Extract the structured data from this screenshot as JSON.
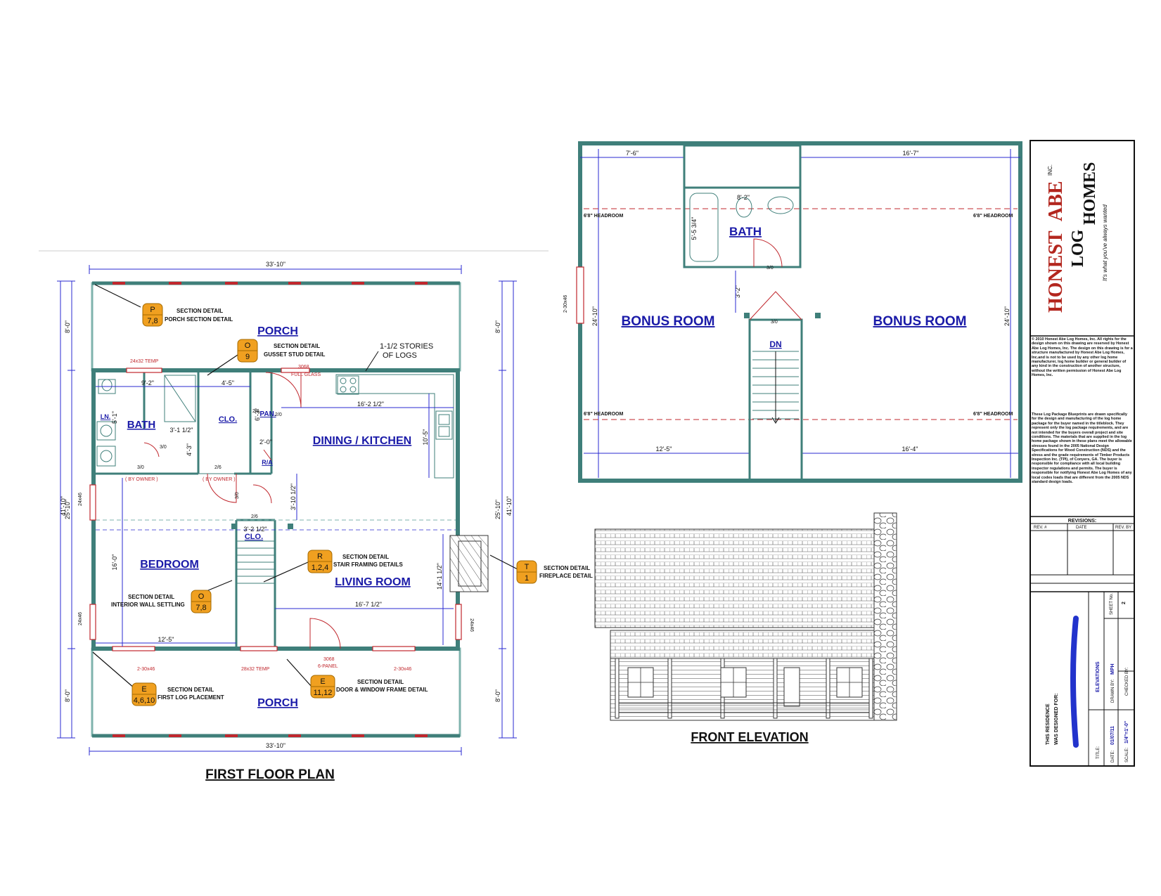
{
  "first_floor": {
    "title": "FIRST FLOOR PLAN",
    "rooms": {
      "porch_top": "PORCH",
      "porch_bottom": "PORCH",
      "bath": "BATH",
      "clo1": "CLO.",
      "clo2": "CLO.",
      "pan": "PAN.",
      "dining": "DINING / KITCHEN",
      "bedroom": "BEDROOM",
      "living": "LIVING ROOM",
      "ln": "LN.",
      "ra": "R/A"
    },
    "dims": {
      "top": "33'-10\"",
      "bottom": "33'-10\"",
      "left_total": "41'-10\"",
      "right_total": "41'-10\"",
      "left_top": "8'-0\"",
      "left_mid": "25'-10\"",
      "left_bot": "8'-0\"",
      "right_top": "8'-0\"",
      "right_mid": "25'-10\"",
      "right_bot": "8'-0\"",
      "bath_w": "9'-2\"",
      "clo_w": "4'-5\"",
      "kitchen_w": "16'-2 1/2\"",
      "kitchen_h": "10'-5\"",
      "shower": "3'-1 1/2\"",
      "shower_h": "4'-3\"",
      "ln_h": "5'-1\"",
      "clo_h": "6'-3\"",
      "ra_w": "2'-0\"",
      "stair_off": "3'-10 1/2\"",
      "clo2_w": "3'-2 1/2\"",
      "bed_h": "16'-0\"",
      "bed_w": "12'-5\"",
      "living_w": "16'-7 1/2\"",
      "living_h": "14'-1 1/2\""
    },
    "labels": {
      "stories": "1-1/2 STORIES",
      "of_logs": "OF LOGS",
      "temp_window": "24x32 TEMP",
      "full_glass_code": "3068",
      "full_glass": "FULL GLASS",
      "by_owner1": "( BY OWNER )",
      "by_owner2": "( BY OWNER )",
      "door30a": "3/0",
      "door30b": "3/0",
      "door30c": "3/0",
      "door26a": "2/6",
      "door26b": "2/6",
      "door26c": "2/6",
      "door20": "2/0",
      "win_left1": "24x46",
      "win_left2": "24x46",
      "win_right": "24x46",
      "win_bot1": "2-30x46",
      "win_bot2": "28x32 TEMP",
      "win_bot3": "2-30x46",
      "front_door_code": "3068",
      "front_door": "6-PANEL"
    },
    "callouts": [
      {
        "letter": "P",
        "nums": "7,8",
        "line1": "SECTION DETAIL",
        "line2": "PORCH SECTION DETAIL"
      },
      {
        "letter": "O",
        "nums": "9",
        "line1": "SECTION DETAIL",
        "line2": "GUSSET STUD DETAIL"
      },
      {
        "letter": "R",
        "nums": "1,2,4",
        "line1": "SECTION DETAIL",
        "line2": "STAIR FRAMING DETAILS"
      },
      {
        "letter": "O",
        "nums": "7,8",
        "line1": "SECTION DETAIL",
        "line2": "INTERIOR WALL SETTLING"
      },
      {
        "letter": "T",
        "nums": "1",
        "line1": "SECTION DETAIL",
        "line2": "FIREPLACE DETAIL"
      },
      {
        "letter": "E",
        "nums": "4,6,10",
        "line1": "SECTION DETAIL",
        "line2": "FIRST LOG PLACEMENT"
      },
      {
        "letter": "E",
        "nums": "11,12",
        "line1": "SECTION DETAIL",
        "line2": "DOOR & WINDOW FRAME DETAIL"
      }
    ]
  },
  "second_floor": {
    "rooms": {
      "bath": "BATH",
      "bonus_left": "BONUS ROOM",
      "bonus_right": "BONUS ROOM",
      "dn": "DN"
    },
    "dims": {
      "top_left": "7'-6\"",
      "top_right": "16'-7\"",
      "bot_left": "12'-5\"",
      "bot_right": "16'-4\"",
      "left_h": "24'-10\"",
      "right_h": "24'-10\"",
      "bath_w": "8'-2\"",
      "tub": "5'-5 3/4\"",
      "bath_gap": "3'-2\""
    },
    "labels": {
      "headroom_tl": "6'8\" HEADROOM",
      "headroom_tr": "6'8\" HEADROOM",
      "headroom_bl": "6'8\" HEADROOM",
      "headroom_br": "6'8\" HEADROOM",
      "door_bath": "3/0",
      "door_stair": "3/0",
      "side_window": "2-30x46"
    }
  },
  "elevation": {
    "title": "FRONT ELEVATION"
  },
  "title_block": {
    "brand_honest": "HONEST",
    "brand_abe": "ABE",
    "brand_inc": "INC.",
    "brand_log": "LOG",
    "brand_homes": "HOMES",
    "tagline": "It's what you've always wanted",
    "copyright": "© 2010 Honest Abe Log Homes, Inc. All rights for the design shown on this drawing are reserved by Honest Abe Log Homes, Inc. The design on this drawing is for a structure manufactured by Honest Abe Log Homes, Inc.and is not to be used by any other log home manufacturer, log home builder or general builder of any kind in the construction of another structure, without the written permission of Honest Abe Log Homes, Inc.",
    "disclaimer": "These Log Package Blueprints are drawn specifically for the design and manufacturing of the log home package for the buyer named in the titleblock. They represent only the log package requirements, and are not intended for the buyers overall project and site conditions. The materials that are supplied in the log home package shown in these plans meet the allowable stresses found in the 2005 National Design Specifications for Wood Construction (NDS) and the stress and the grade requirements of Timber Products Inspection Inc. (TPI), of Conyers, GA. The buyer is responsible for compliance with all local building inspector regulations and permits. The buyer is responsible for notifying Honest Abe Log Homes of any local codes loads that are different from the 2005 NDS standard design loads.",
    "revisions": "REVISIONS:",
    "rev_no": "REV. #",
    "date_hdr": "DATE",
    "rev_by": "REV. BY",
    "designed_for1": "THIS RESIDENCE",
    "designed_for2": "WAS DESIGNED FOR:",
    "title_lbl": "TITLE:",
    "title_val": "ELEVATIONS",
    "date_lbl": "DATE:",
    "date_val": "01/07/11",
    "drawn_lbl": "DRAWN BY:",
    "drawn_val": "MPH",
    "scale_lbl": "SCALE:",
    "scale_val": "1/4\"=1'-0\"",
    "checked_lbl": "CHECKED BY:",
    "sheet_lbl": "SHEET No.",
    "sheet_val": "2"
  },
  "colors": {
    "wall": "#3f7f7a",
    "dimension": "#2a2ad0",
    "room_text": "#1a1aa8",
    "accent_red": "#c0272d",
    "callout": "#f0a020",
    "brand": "#b3261e"
  }
}
